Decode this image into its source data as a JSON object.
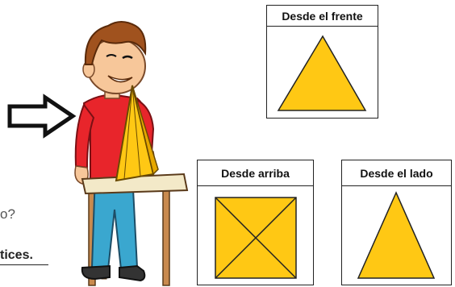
{
  "views": {
    "front": {
      "title": "Desde el frente",
      "shape": "triangle"
    },
    "top": {
      "title": "Desde arriba",
      "shape": "square-with-diagonals"
    },
    "side": {
      "title": "Desde el lado",
      "shape": "triangle"
    }
  },
  "cut_text": {
    "question_fragment": "o?",
    "answer_fragment": "tices."
  },
  "colors": {
    "pyramid_fill": "#ffc814",
    "outline": "#222222",
    "shirt": "#e8252b",
    "pants": "#3aa7cf",
    "hair": "#a0521e",
    "skin": "#f7c79a",
    "table": "#c98a4e"
  },
  "icons": {
    "arrow": "right-arrow-outline-icon"
  }
}
